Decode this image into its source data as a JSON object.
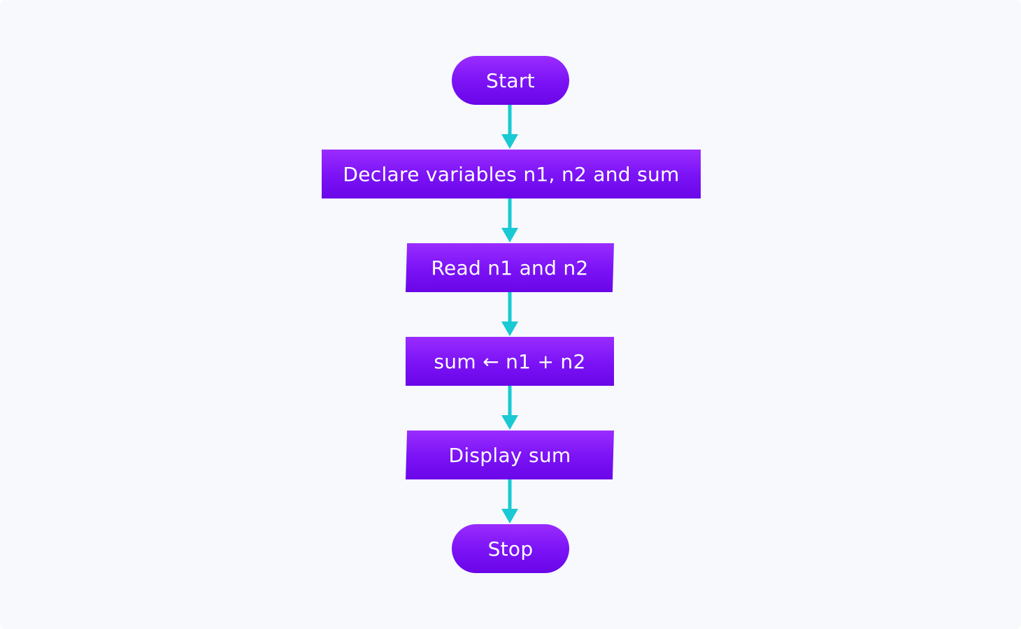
{
  "flowchart": {
    "nodes": [
      {
        "id": "start",
        "shape": "terminal",
        "label": "Start"
      },
      {
        "id": "declare",
        "shape": "process",
        "label": "Declare variables n1, n2 and sum"
      },
      {
        "id": "read",
        "shape": "input-output",
        "label": "Read n1 and n2"
      },
      {
        "id": "compute",
        "shape": "process",
        "label": "sum ← n1 + n2"
      },
      {
        "id": "display",
        "shape": "input-output",
        "label": "Display sum"
      },
      {
        "id": "stop",
        "shape": "terminal",
        "label": "Stop"
      }
    ],
    "edges": [
      {
        "from": "start",
        "to": "declare"
      },
      {
        "from": "declare",
        "to": "read"
      },
      {
        "from": "read",
        "to": "compute"
      },
      {
        "from": "compute",
        "to": "display"
      },
      {
        "from": "display",
        "to": "stop"
      }
    ]
  },
  "colors": {
    "node_fill_top": "#9a2cff",
    "node_fill_bottom": "#6a06e8",
    "node_text": "#ffffff",
    "arrow": "#19c9d3",
    "background": "#f7f9fd"
  }
}
